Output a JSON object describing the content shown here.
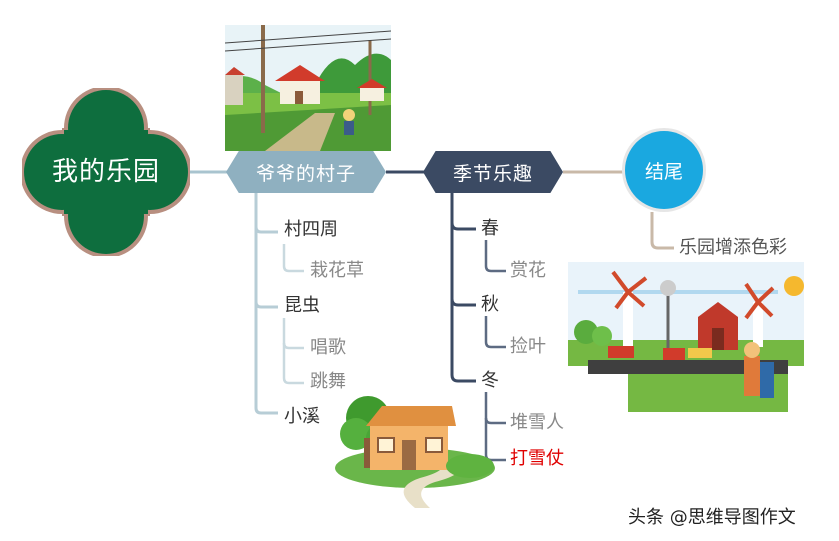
{
  "root": {
    "label": "我的乐园",
    "color": "#0e6e3e",
    "border": "#b88f80"
  },
  "branches": [
    {
      "label": "爷爷的村子",
      "color": "#8fb0c0",
      "children": [
        {
          "label": "村四周",
          "children": [
            {
              "label": "栽花草"
            }
          ]
        },
        {
          "label": "昆虫",
          "children": [
            {
              "label": "唱歌"
            },
            {
              "label": "跳舞"
            }
          ]
        },
        {
          "label": "小溪",
          "children": []
        }
      ]
    },
    {
      "label": "季节乐趣",
      "color": "#3b4a63",
      "children": [
        {
          "label": "春",
          "children": [
            {
              "label": "赏花"
            }
          ]
        },
        {
          "label": "秋",
          "children": [
            {
              "label": "捡叶"
            }
          ]
        },
        {
          "label": "冬",
          "children": [
            {
              "label": "堆雪人"
            },
            {
              "label": "打雪仗"
            }
          ]
        }
      ]
    },
    {
      "label": "结尾",
      "color": "#1aa8e0",
      "children": [
        {
          "label": "乐园增添色彩"
        }
      ]
    }
  ],
  "highlight_color": "#e00000",
  "watermark": "头条 @思维导图作文"
}
